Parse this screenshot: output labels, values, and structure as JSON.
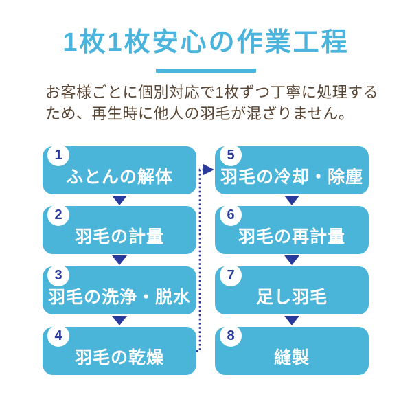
{
  "title": "1枚1枚安心の作業工程",
  "description": {
    "line1": "お客様ごとに個別対応で1枚ずつ丁寧に処理する",
    "line2": "ため、再生時に他人の羽毛が混ざりません。"
  },
  "steps": [
    {
      "number": "1",
      "label": "ふとんの解体"
    },
    {
      "number": "2",
      "label": "羽毛の計量"
    },
    {
      "number": "3",
      "label": "羽毛の洗浄・脱水"
    },
    {
      "number": "4",
      "label": "羽毛の乾燥"
    },
    {
      "number": "5",
      "label": "羽毛の冷却・除塵"
    },
    {
      "number": "6",
      "label": "羽毛の再計量"
    },
    {
      "number": "7",
      "label": "足し羽毛"
    },
    {
      "number": "8",
      "label": "縫製"
    }
  ],
  "flow": {
    "left_column_steps": [
      "1",
      "2",
      "3",
      "4"
    ],
    "right_column_steps": [
      "5",
      "6",
      "7",
      "8"
    ],
    "connector": "step4-to-step5-dotted-arrow"
  },
  "colors": {
    "box_blue": "#4ab4d9",
    "title_blue": "#4ab4dc",
    "navy_accent": "#2a3a9a",
    "body_text_brown": "#5a4634",
    "background": "#ffffff"
  }
}
